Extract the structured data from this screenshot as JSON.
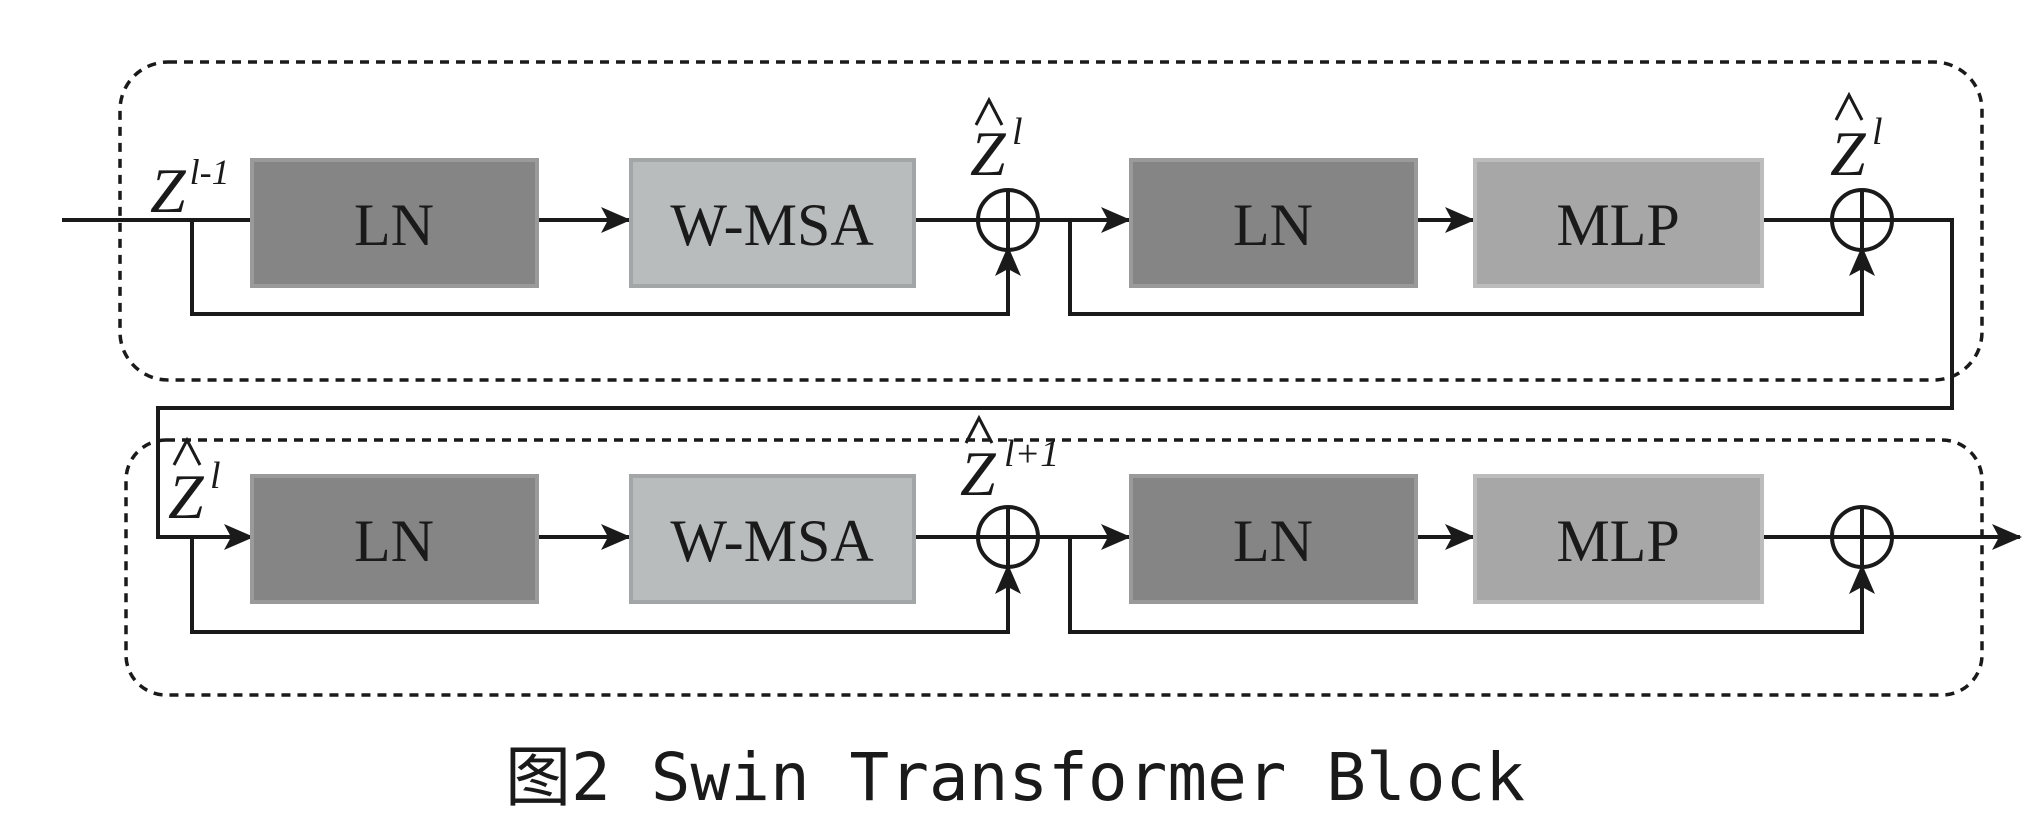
{
  "blocks": {
    "top_ln1": "LN",
    "top_wmsa": "W-MSA",
    "top_ln2": "LN",
    "top_mlp": "MLP",
    "bot_ln1": "LN",
    "bot_wmsa": "W-MSA",
    "bot_ln2": "LN",
    "bot_mlp": "MLP"
  },
  "labels": {
    "input": {
      "base": "Z",
      "sup": "l-1"
    },
    "top_mid": {
      "base": "Z",
      "sup": "l",
      "hat": true
    },
    "top_out": {
      "base": "Z",
      "sup": "l",
      "hat": true
    },
    "bot_in": {
      "base": "Z",
      "sup": "l",
      "hat": true
    },
    "bot_mid": {
      "base": "Z",
      "sup": "l+1",
      "hat": true
    }
  },
  "caption": {
    "prefix": "图2",
    "title": "Swin Transformer Block"
  },
  "colors": {
    "ln_fill": "#858585",
    "ln_stroke": "#9a9a9a",
    "wmsa_fill": "#b8bcbc",
    "wmsa_stroke": "#a3a6a6",
    "mlp_fill": "#a7a7a7",
    "mlp_stroke": "#bcbcbc",
    "line": "#1a1a1a"
  }
}
